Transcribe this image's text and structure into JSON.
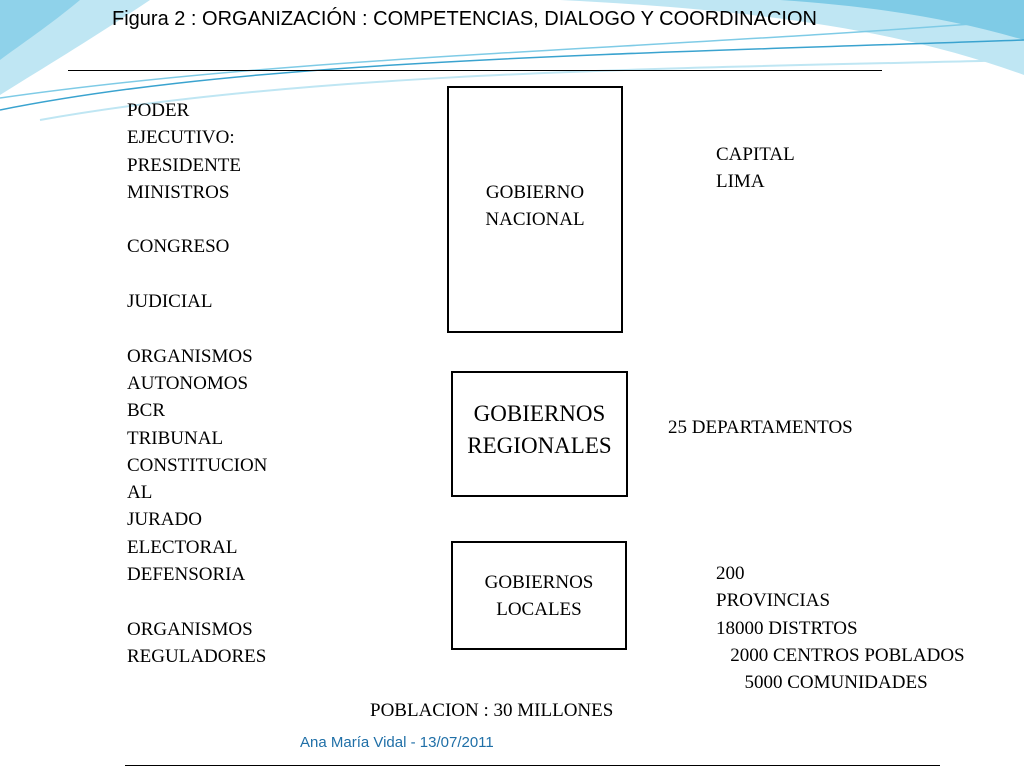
{
  "header": {
    "title": "Figura 2 :  ORGANIZACIÓN : COMPETENCIAS, DIALOGO Y COORDINACION"
  },
  "left_column": {
    "text": "PODER\nEJECUTIVO:\nPRESIDENTE\nMINISTROS\n\nCONGRESO\n\nJUDICIAL\n\nORGANISMOS\nAUTONOMOS\nBCR\nTRIBUNAL\nCONSTITUCION\nAL\nJURADO\nELECTORAL\nDEFENSORIA\n\nORGANISMOS\nREGULADORES"
  },
  "boxes": {
    "nacional": "GOBIERNO\nNACIONAL",
    "regionales": "GOBIERNOS\nREGIONALES",
    "locales": "GOBIERNOS\nLOCALES"
  },
  "right": {
    "capital": "CAPITAL\nLIMA",
    "departamentos": "25 DEPARTAMENTOS",
    "locales": "200\nPROVINCIAS\n18000 DISTRTOS\n   2000 CENTROS POBLADOS\n      5000 COMUNIDADES"
  },
  "poblacion": "POBLACION : 30 MILLONES",
  "footer": {
    "author": "Ana María Vidal - 13/07/2011"
  },
  "colors": {
    "wave_light": "#bfe6f3",
    "wave_mid": "#7fcbe6",
    "wave_dark": "#3aa3cf",
    "footer_text": "#1f6fa7"
  }
}
